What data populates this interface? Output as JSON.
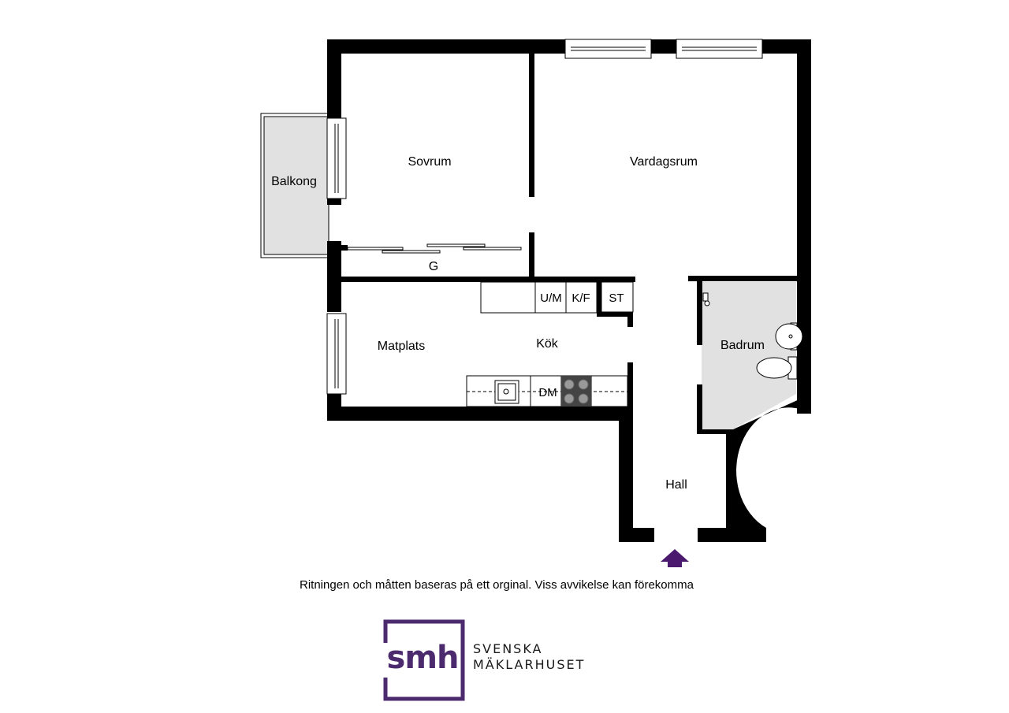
{
  "rooms": {
    "sovrum": "Sovrum",
    "vardagsrum": "Vardagsrum",
    "balkong": "Balkong",
    "garderob": "G",
    "matplats": "Matplats",
    "kok": "Kök",
    "badrum": "Badrum",
    "hall": "Hall"
  },
  "fixtures": {
    "um": "U/M",
    "kf": "K/F",
    "st": "ST",
    "dm": "DM"
  },
  "disclaimer": "Ritningen och måtten baseras på ett orginal. Viss avvikelse kan förekomma",
  "logo": {
    "monogram": "smh",
    "line1": "SVENSKA",
    "line2": "MÄKLARHUSET",
    "color": "#4b2a6e"
  },
  "colors": {
    "wall": "#000000",
    "bathroom_floor": "#e1e1e1",
    "balcony_floor": "#e1e1e1",
    "entrance_arrow": "#4b1a6e"
  },
  "icons": {
    "entrance": "entrance-arrow-icon"
  }
}
